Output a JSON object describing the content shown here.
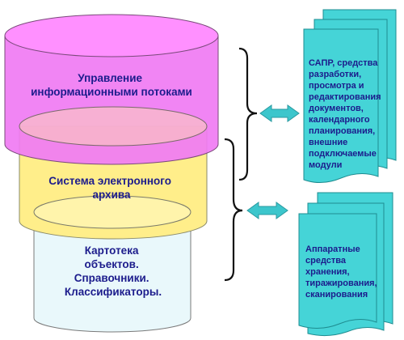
{
  "cylinders": {
    "top": {
      "lines": [
        "Управление",
        "информационными потоками"
      ],
      "color": "#f07cf3",
      "top_color": "#ff8cff"
    },
    "middle": {
      "lines": [
        "Система электронного",
        "архива"
      ],
      "color": "#ffee8a",
      "top_color": "#fbd3b8"
    },
    "bottom": {
      "lines": [
        "Картотека",
        "объектов.",
        "Справочники.",
        "Классификаторы."
      ],
      "color": "#e9f8fb",
      "top_color": "#fff6b9"
    }
  },
  "documents": {
    "upper": {
      "lines": [
        "САПР, средства",
        "разработки,",
        "просмотра и",
        "редактирования",
        "документов,",
        "календарного",
        "планирования,",
        "внешние",
        "подключаемые",
        "модули"
      ],
      "color": "#45d4d7"
    },
    "lower": {
      "lines": [
        "Аппаратные",
        "средства",
        "хранения,",
        "тиражирования,",
        "сканирования"
      ],
      "color": "#45d4d7"
    }
  },
  "colors": {
    "text": "#1c1c8c",
    "arrow": "#3cc6cc",
    "brace": "#111111"
  }
}
